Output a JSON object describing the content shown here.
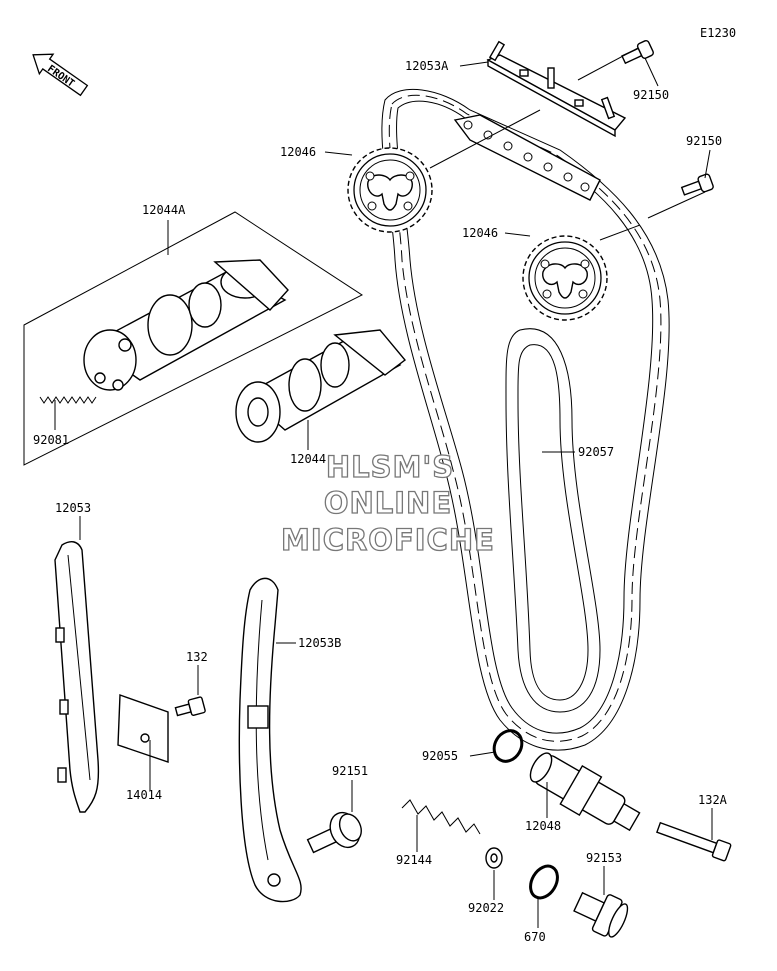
{
  "diagram_code": "E1230",
  "front_label": "FRONT",
  "watermark": [
    "HLSM'S",
    "ONLINE",
    "MICROFICHE"
  ],
  "callouts": {
    "c12053A": "12053A",
    "c92150a": "92150",
    "c92150b": "92150",
    "c12046a": "12046",
    "c12046b": "12046",
    "c12044A": "12044A",
    "c92081": "92081",
    "c12044": "12044",
    "c92057": "92057",
    "c12053": "12053",
    "c132": "132",
    "c14014": "14014",
    "c12053B": "12053B",
    "c92151": "92151",
    "c92144": "92144",
    "c92055": "92055",
    "c12048": "12048",
    "c132A": "132A",
    "c92022": "92022",
    "c92153": "92153",
    "c670": "670"
  }
}
